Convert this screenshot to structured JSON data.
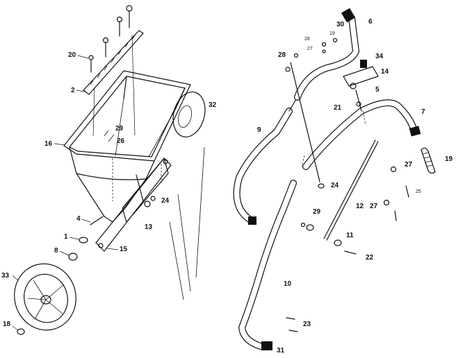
{
  "labels": {
    "l1": "1",
    "l2": "2",
    "l4": "4",
    "l5": "5",
    "l6": "6",
    "l7": "7",
    "l8": "8",
    "l9": "9",
    "l10": "10",
    "l11": "11",
    "l12": "12",
    "l13": "13",
    "l14": "14",
    "l15": "15",
    "l16": "16",
    "l18": "18",
    "l19": "19",
    "l20": "20",
    "l21": "21",
    "l22": "22",
    "l23": "23",
    "l24": "24",
    "l26": "26",
    "l27a": "27",
    "l27b": "27",
    "l27c": "27",
    "l28a": "28",
    "l28b": "28",
    "l29a": "29",
    "l29b": "29",
    "l30": "30",
    "l31": "31",
    "l32": "32",
    "l33": "33",
    "l34": "34",
    "l24b": "24",
    "l25": "25",
    "l19b": "19"
  }
}
